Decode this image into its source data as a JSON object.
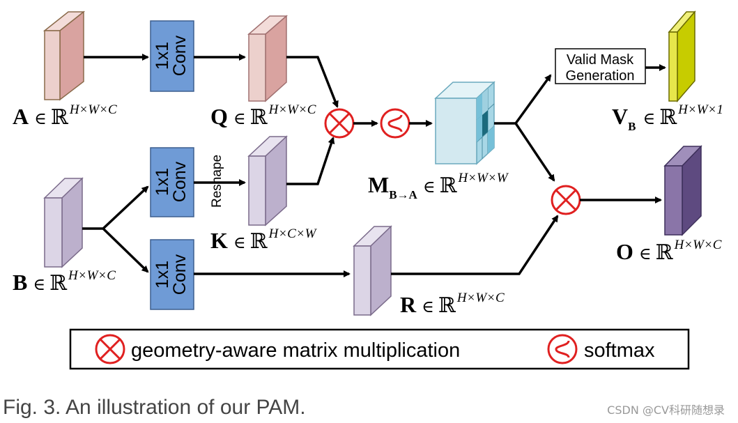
{
  "colors": {
    "conv_fill": "#6f9bd6",
    "conv_stroke": "#3d5f8f",
    "pink_front": "#ecd0cc",
    "pink_side": "#d9a3a0",
    "lavender_front": "#dcd5e6",
    "lavender_side": "#bcb0cc",
    "yellow_front": "#e7e64a",
    "yellow_side": "#c7cc00",
    "purple_front": "#8a75a8",
    "purple_side": "#5e4a80",
    "cube_light": "#d3e9f0",
    "cube_mid": "#76c0d8",
    "cube_dark": "#1b6a7d",
    "operator_red": "#e02020",
    "arrow": "#000000"
  },
  "conv_blocks": [
    {
      "id": "conv-a",
      "line1": "1x1",
      "line2": "Conv"
    },
    {
      "id": "conv-b1",
      "line1": "1x1",
      "line2": "Conv"
    },
    {
      "id": "conv-b2",
      "line1": "1x1",
      "line2": "Conv"
    }
  ],
  "reshape_label": "Reshape",
  "mask_box": {
    "line1": "Valid Mask",
    "line2": "Generation"
  },
  "math_labels": {
    "A": {
      "symbol": "A",
      "sub": "",
      "sup": "H×W×C"
    },
    "B": {
      "symbol": "B",
      "sub": "",
      "sup": "H×W×C"
    },
    "Q": {
      "symbol": "Q",
      "sub": "",
      "sup": "H×W×C"
    },
    "K": {
      "symbol": "K",
      "sub": "",
      "sup": "H×C×W"
    },
    "R": {
      "symbol": "R",
      "sub": "",
      "sup": "H×W×C"
    },
    "M": {
      "symbol": "M",
      "sub": "B→A",
      "sup": "H×W×W"
    },
    "V": {
      "symbol": "V",
      "sub": "B",
      "sup": "H×W×1"
    },
    "O": {
      "symbol": "O",
      "sub": "",
      "sup": "H×W×C"
    },
    "in_symbol": "∈",
    "reals_symbol": "ℝ"
  },
  "legend": {
    "multiply_label": "geometry-aware matrix multiplication",
    "softmax_label": "softmax"
  },
  "caption": "Fig. 3. An illustration of our PAM.",
  "watermark": "CSDN @CV科研随想录"
}
